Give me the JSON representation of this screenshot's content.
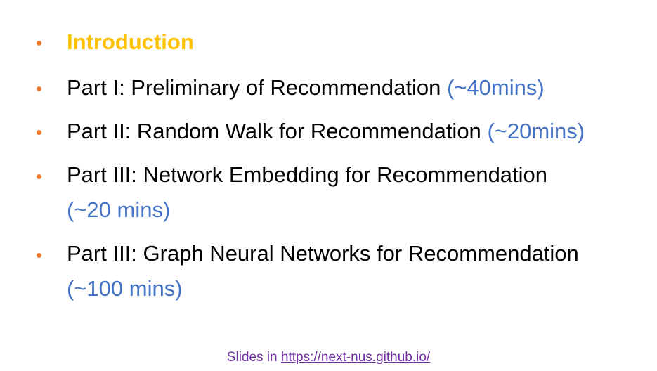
{
  "agenda": {
    "items": [
      {
        "label": "Introduction",
        "time": ""
      },
      {
        "label": "Part I: Preliminary of Recommendation",
        "time": "(~40mins)"
      },
      {
        "label": "Part II: Random Walk for Recommendation",
        "time": "(~20mins)"
      },
      {
        "label": "Part III: Network Embedding for Recommendation",
        "time": "(~20 mins)"
      },
      {
        "label": "Part III: Graph Neural Networks for Recommendation",
        "time": "(~100 mins)"
      }
    ],
    "bullet_char": "•"
  },
  "footer": {
    "prefix": "Slides in",
    "link_text": "https://next-nus.github.io/"
  },
  "colors": {
    "bullet": "#ed7d31",
    "highlight": "#ffc000",
    "time": "#4472c4",
    "footer": "#7030a0"
  }
}
